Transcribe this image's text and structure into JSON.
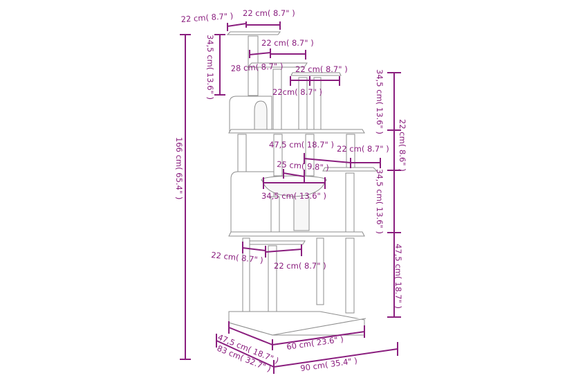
{
  "diagram": {
    "title": "Cat tree dimensions",
    "subject": "cat-tree",
    "colors": {
      "dimension": "#8a1e7e",
      "outline": "#8c8c8c",
      "background": "#ffffff"
    },
    "labels": {
      "top_left_depth": "22 cm( 8.7\" )",
      "top_width": "22 cm( 8.7\" )",
      "top_post_height": "34,5 cm( 13.6\" )",
      "second_width": "22 cm( 8.7\" )",
      "second_depth": "28 cm( 8.7\" )",
      "third_width": "22 cm( 8.7\" )",
      "third_depth": "22cm( 8.7\" )",
      "total_height": "166 cm( 65.4\" )",
      "right_upper_height": "34,5 cm( 13.6\" )",
      "right_top_segment": "22 cm( 8.6\" )",
      "right_mid_height": "34,5 cm( 13.6\" )",
      "right_lower_height": "47,5 cm( 18.7\" )",
      "mid_platform_depth": "47,5 cm( 18.7\" )",
      "side_platform_width": "22 cm( 8.7\" )",
      "basket_depth": "25 cm( 9.8\" )",
      "basket_width": "34,5 cm( 13.6\" )",
      "low_platform_depth": "22 cm( 8.7\" )",
      "low_platform_width": "22 cm( 8.7\" )",
      "base_depth": "47,5 cm( 18.7\" )",
      "base_width": "60 cm( 23.6\" )",
      "overall_depth": "83 cm( 32.7\" )",
      "overall_width": "90 cm( 35.4\" )"
    }
  }
}
